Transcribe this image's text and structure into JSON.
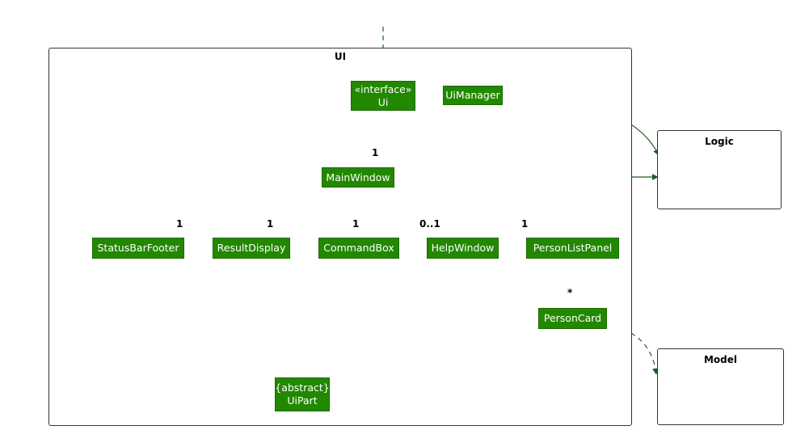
{
  "packages": {
    "ui": "UI",
    "logic": "Logic",
    "model": "Model"
  },
  "classes": {
    "ui_interface": {
      "stereotype": "«interface»",
      "name": "Ui"
    },
    "ui_manager": "UiManager",
    "main_window": "MainWindow",
    "status_bar_footer": "StatusBarFooter",
    "result_display": "ResultDisplay",
    "command_box": "CommandBox",
    "help_window": "HelpWindow",
    "person_list_panel": "PersonListPanel",
    "person_card": "PersonCard",
    "ui_part": {
      "stereotype": "{abstract}",
      "name": "UiPart"
    }
  },
  "multiplicities": {
    "main_window": "1",
    "status_bar_footer": "1",
    "result_display": "1",
    "command_box": "1",
    "help_window": "0..1",
    "person_list_panel": "1",
    "person_card": "*"
  },
  "colors": {
    "class_fill": "#228800",
    "line": "#1b5e20",
    "text_on_class": "#ffffff"
  }
}
